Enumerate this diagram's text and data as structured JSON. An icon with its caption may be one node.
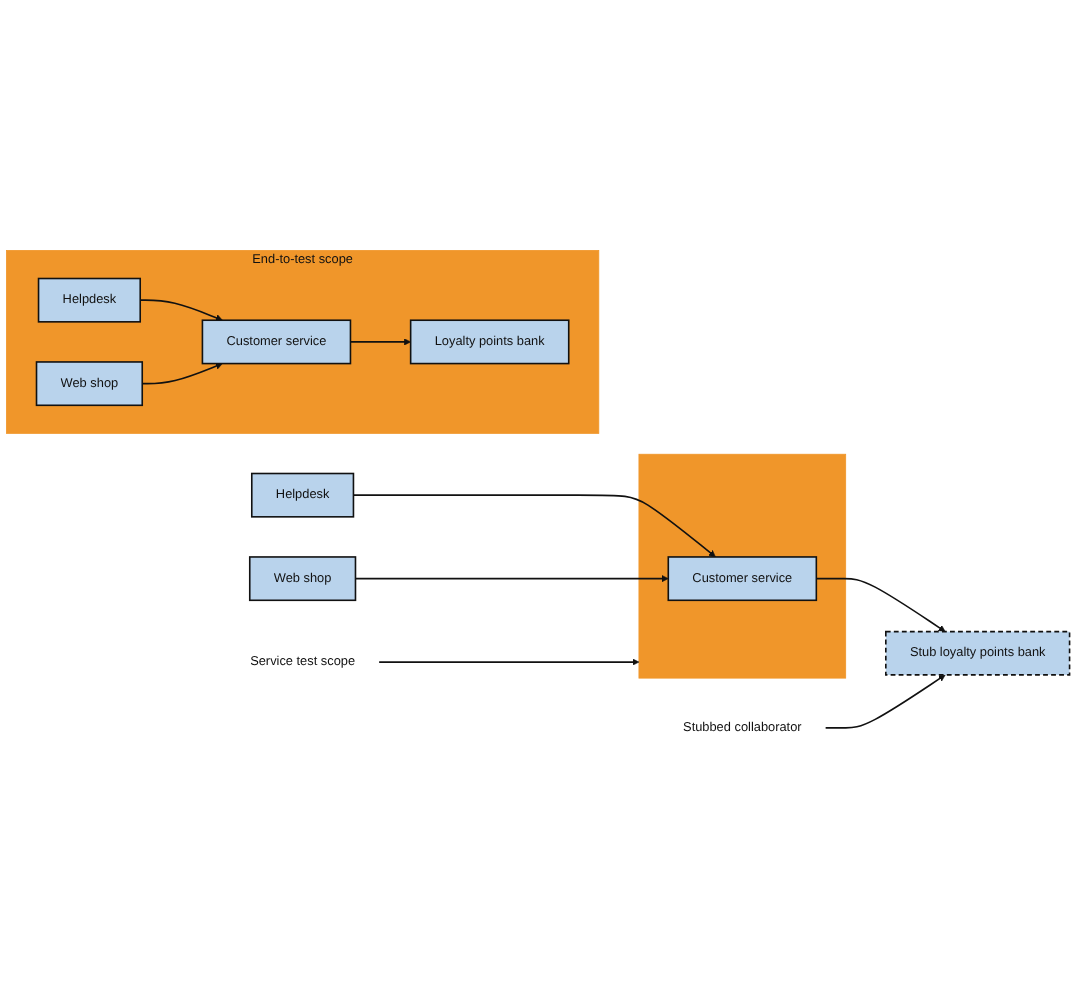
{
  "diagram": {
    "nodes": [
      {
        "text": [
          "End-to-test scope"
        ]
      },
      {
        "text": [
          "Helpdesk"
        ],
        "in": 0
      },
      {
        "text": [
          "Web shop"
        ],
        "in": 0
      },
      {
        "text": [
          "Customer service"
        ],
        "in": 0
      },
      {
        "text": [
          "Loyalty points bank"
        ],
        "in": 0
      },
      {
        "text": [
          "Service test scope"
        ]
      },
      {
        "text": [],
        "shape": "box"
      },
      {
        "text": [
          "Helpdesk"
        ]
      },
      {
        "text": [
          "Web shop"
        ]
      },
      {
        "text": [
          "Customer service"
        ],
        "in": 6
      },
      {
        "text": [
          "Stub loyalty points bank"
        ]
      },
      {
        "text": [
          "Stubbed collaborator"
        ]
      }
    ],
    "edges": [
      {
        "from": 1,
        "to": 3,
        "arrow": "to"
      },
      {
        "from": 2,
        "to": 3,
        "arrow": "to"
      },
      {
        "from": 3,
        "to": 4,
        "arrow": "to"
      },
      {
        "from": 5,
        "to": 6,
        "arrow": "to"
      },
      {
        "from": 7,
        "to": 9,
        "arrow": "to"
      },
      {
        "from": 8,
        "to": 9,
        "arrow": "to"
      },
      {
        "from": 9,
        "to": 10,
        "arrow": "to"
      },
      {
        "from": 11,
        "to": 10,
        "arrow": "to"
      }
    ]
  }
}
